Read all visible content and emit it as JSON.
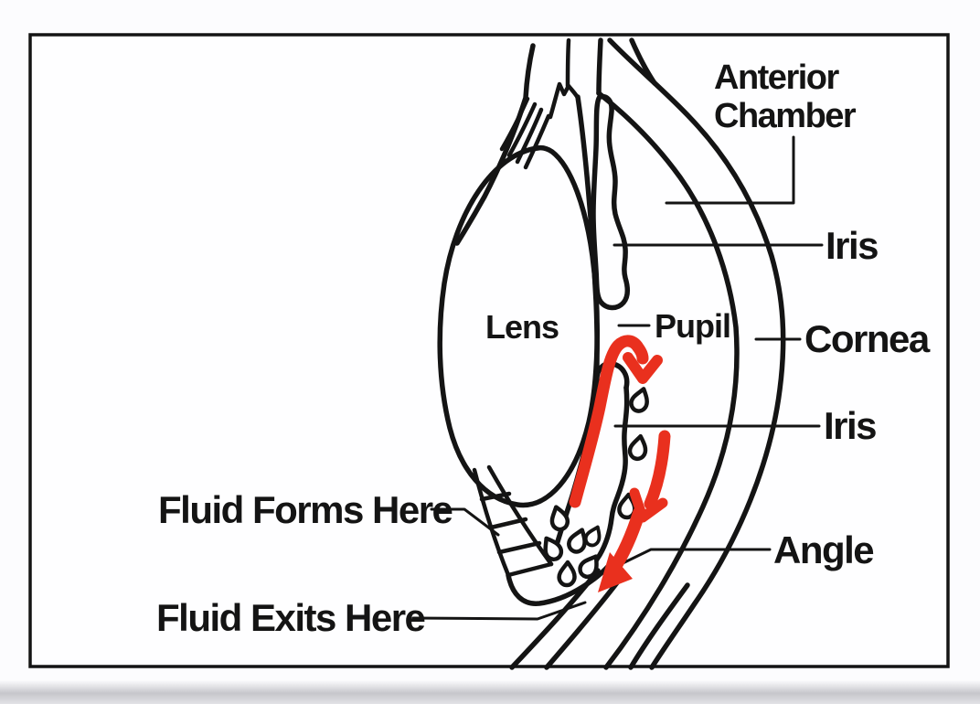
{
  "figure": {
    "labels": {
      "anterior_chamber_line1": "Anterior",
      "anterior_chamber_line2": "Chamber",
      "iris_upper": "Iris",
      "cornea": "Cornea",
      "pupil": "Pupil",
      "lens": "Lens",
      "iris_lower": "Iris",
      "angle": "Angle",
      "fluid_forms": "Fluid Forms Here",
      "fluid_exits": "Fluid Exits Here"
    },
    "colors": {
      "ink": "#141414",
      "arrow_red": "#e9301e",
      "paper": "#fcfcfe",
      "shadow_band": "#c6c6cb"
    }
  }
}
